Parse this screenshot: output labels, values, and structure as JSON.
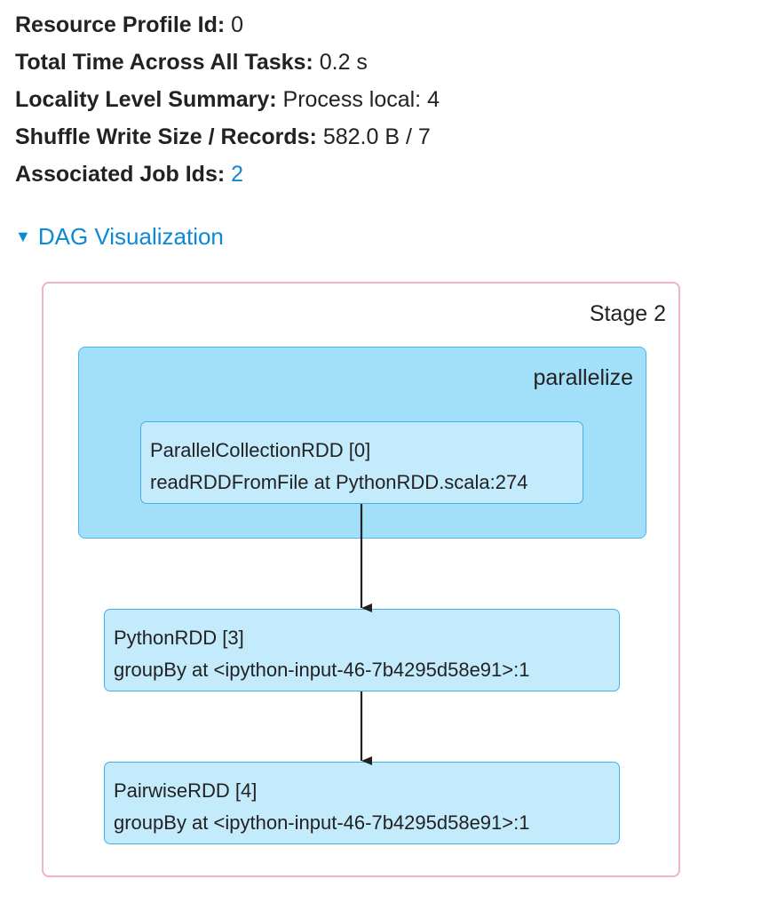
{
  "summary": {
    "resource_profile_label": "Resource Profile Id:",
    "resource_profile_value": "0",
    "total_time_label": "Total Time Across All Tasks:",
    "total_time_value": "0.2 s",
    "locality_label": "Locality Level Summary:",
    "locality_value": "Process local: 4",
    "shuffle_label": "Shuffle Write Size / Records:",
    "shuffle_value": "582.0 B / 7",
    "job_ids_label": "Associated Job Ids:",
    "job_ids_value": "2"
  },
  "dag": {
    "toggle_label": "DAG Visualization",
    "stage_label": "Stage 2",
    "cluster_label": "parallelize",
    "nodes": [
      {
        "title": "ParallelCollectionRDD [0]",
        "detail": "readRDDFromFile at PythonRDD.scala:274"
      },
      {
        "title": "PythonRDD [3]",
        "detail": "groupBy at <ipython-input-46-7b4295d58e91>:1"
      },
      {
        "title": "PairwiseRDD [4]",
        "detail": "groupBy at <ipython-input-46-7b4295d58e91>:1"
      }
    ]
  },
  "colors": {
    "link": "#0a8ad6",
    "stage_border": "#f3b3c0",
    "cluster_fill": "#a2dff9",
    "node_fill": "#c4ebfc",
    "node_border": "#45b0e8"
  },
  "icons": {
    "toggle": "triangle-down-icon"
  }
}
